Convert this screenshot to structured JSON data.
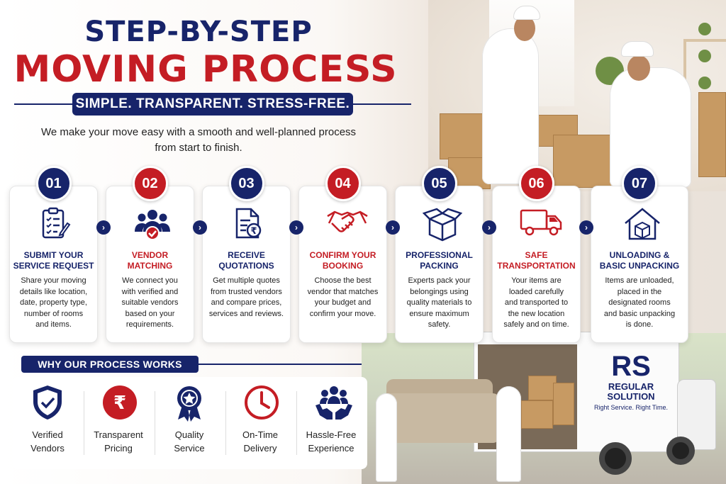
{
  "header": {
    "title_line1": "STEP-BY-STEP",
    "title_line2": "MOVING PROCESS",
    "tagline": "SIMPLE. TRANSPARENT. STRESS-FREE.",
    "intro_line1": "We make your move easy with a smooth and well-planned process",
    "intro_line2": "from start to finish."
  },
  "colors": {
    "navy": "#17246a",
    "red": "#c41d24"
  },
  "steps": [
    {
      "num": "01",
      "title1": "SUBMIT YOUR",
      "title2": "SERVICE REQUEST",
      "accent": "blue",
      "icon": "clipboard-checklist-icon",
      "desc": [
        "Share your moving",
        "details like location,",
        "date, property type,",
        "number of rooms",
        "and items."
      ]
    },
    {
      "num": "02",
      "title1": "VENDOR",
      "title2": "MATCHING",
      "accent": "red",
      "icon": "people-check-icon",
      "desc": [
        "We connect you",
        "with verified and",
        "suitable vendors",
        "based on your",
        "requirements."
      ]
    },
    {
      "num": "03",
      "title1": "RECEIVE",
      "title2": "QUOTATIONS",
      "accent": "blue",
      "icon": "rupee-document-icon",
      "desc": [
        "Get multiple quotes",
        "from trusted vendors",
        "and compare prices,",
        "services and reviews."
      ]
    },
    {
      "num": "04",
      "title1": "CONFIRM YOUR",
      "title2": "BOOKING",
      "accent": "red",
      "icon": "handshake-icon",
      "desc": [
        "Choose the best",
        "vendor that matches",
        "your budget and",
        "confirm your move."
      ]
    },
    {
      "num": "05",
      "title1": "PROFESSIONAL",
      "title2": "PACKING",
      "accent": "blue",
      "icon": "open-box-icon",
      "desc": [
        "Experts pack your",
        "belongings using",
        "quality materials to",
        "ensure maximum",
        "safety."
      ]
    },
    {
      "num": "06",
      "title1": "SAFE",
      "title2": "TRANSPORTATION",
      "accent": "red",
      "icon": "truck-icon",
      "desc": [
        "Your items are",
        "loaded carefully",
        "and transported to",
        "the new location",
        "safely and on time."
      ]
    },
    {
      "num": "07",
      "title1": "UNLOADING &",
      "title2": "BASIC UNPACKING",
      "accent": "blue",
      "icon": "house-box-icon",
      "desc": [
        "Items are unloaded,",
        "placed in the",
        "designated rooms",
        "and basic unpacking",
        "is done."
      ]
    }
  ],
  "why": {
    "title": "WHY OUR PROCESS WORKS",
    "items": [
      {
        "line1": "Verified",
        "line2": "Vendors",
        "icon": "shield-check-icon"
      },
      {
        "line1": "Transparent",
        "line2": "Pricing",
        "icon": "rupee-circle-icon"
      },
      {
        "line1": "Quality",
        "line2": "Service",
        "icon": "award-badge-icon"
      },
      {
        "line1": "On-Time",
        "line2": "Delivery",
        "icon": "clock-icon"
      },
      {
        "line1": "Hassle-Free",
        "line2": "Experience",
        "icon": "hands-people-icon"
      }
    ]
  },
  "brand": {
    "rs": "RS",
    "name_line1": "REGULAR",
    "name_line2": "SOLUTION",
    "slogan": "Right Service. Right Time."
  }
}
